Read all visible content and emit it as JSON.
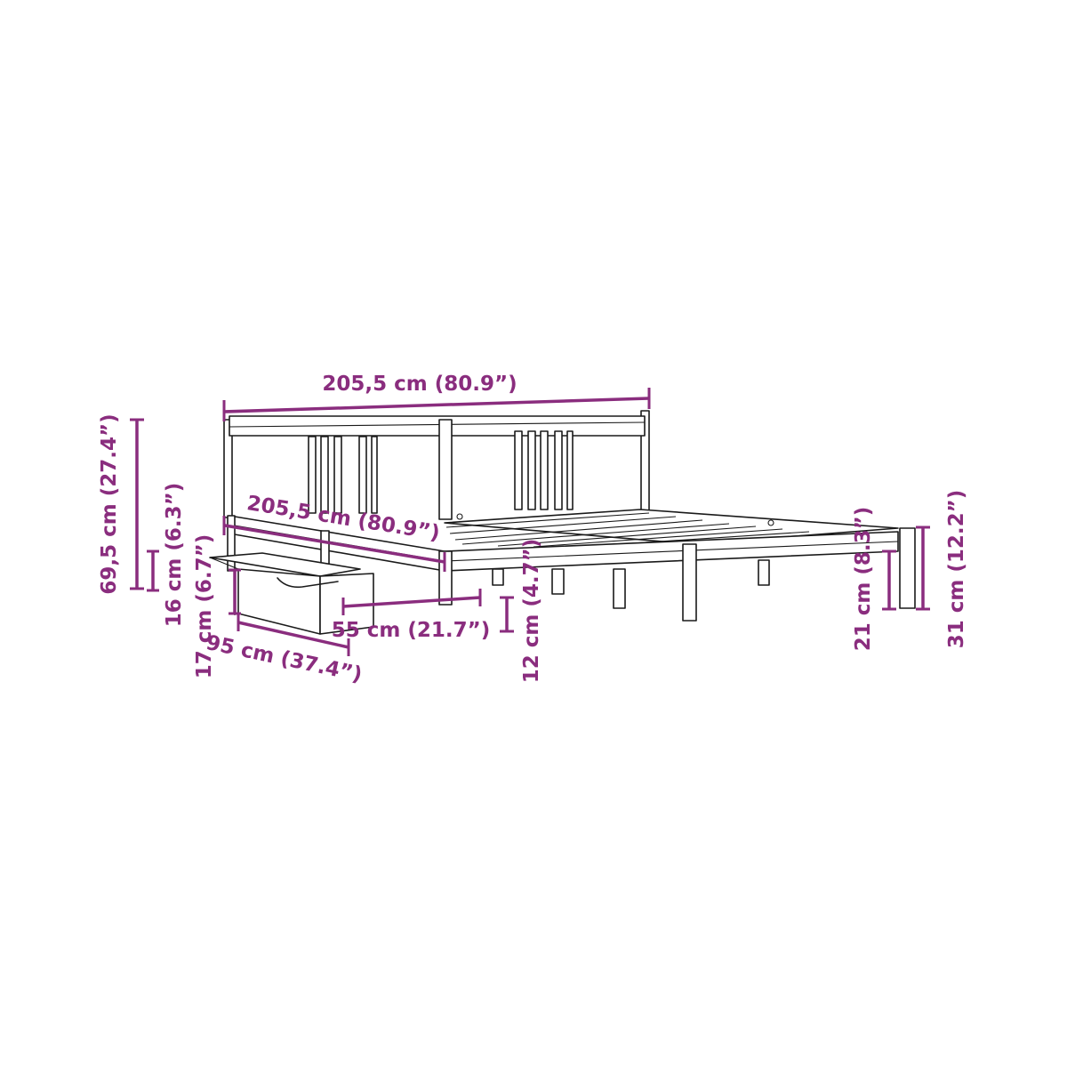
{
  "colors": {
    "dimension": "#8a2d7e",
    "line": "#1a1a1a",
    "background": "#ffffff"
  },
  "dimensions": {
    "top_width": "205,5 cm (80.9”)",
    "side_length": "205,5 cm (80.9”)",
    "headboard_height": "69,5 cm (27.4”)",
    "drawer_inner_height": "16 cm (6.3”)",
    "drawer_outer_height": "17 cm (6.7”)",
    "drawer_length": "95 cm (37.4”)",
    "drawer_width": "55 cm (21.7”)",
    "drawer_clearance": "12 cm (4.7”)",
    "leg_height": "21 cm (8.3”)",
    "footboard_height": "31 cm (12.2”)"
  }
}
